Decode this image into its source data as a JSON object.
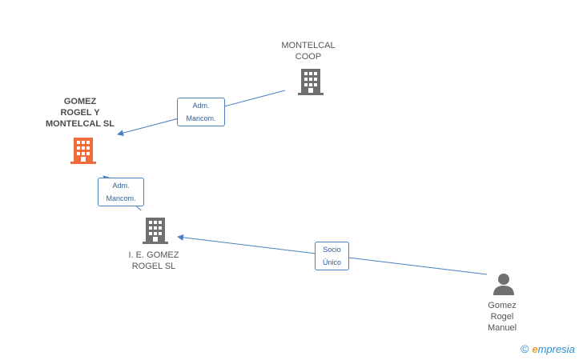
{
  "nodes": {
    "montelcal_coop": {
      "label_line1": "MONTELCAL",
      "label_line2": "COOP"
    },
    "gomez_rogel_montelcal": {
      "label_line1": "GOMEZ",
      "label_line2": "ROGEL Y",
      "label_line3": "MONTELCAL SL"
    },
    "ie_gomez_rogel": {
      "label_line1": "I. E. GOMEZ",
      "label_line2": "ROGEL SL"
    },
    "gomez_rogel_manuel": {
      "label_line1": "Gomez",
      "label_line2": "Rogel",
      "label_line3": "Manuel"
    }
  },
  "edges": {
    "coop_to_main": {
      "line1": "Adm.",
      "line2": "Mancom."
    },
    "ie_to_main": {
      "line1": "Adm.",
      "line2": "Mancom."
    },
    "manuel_to_ie": {
      "line1": "Socio",
      "line2": "Único"
    }
  },
  "brand": {
    "copyright": "©",
    "initial": "e",
    "rest": "mpresia"
  },
  "colors": {
    "main_company": "#f26b3a",
    "company": "#707070",
    "person": "#707070",
    "edge": "#4a7fc1"
  }
}
